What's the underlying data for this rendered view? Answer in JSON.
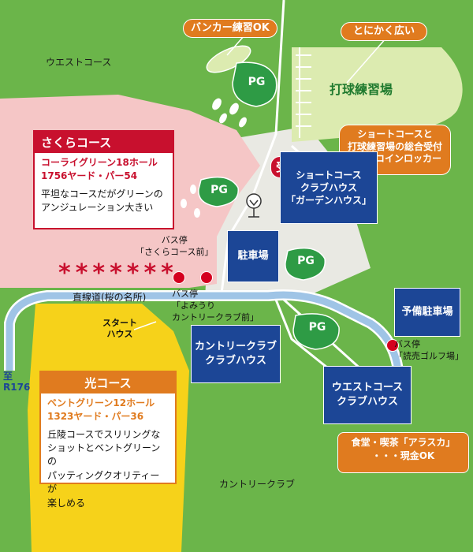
{
  "areas": {
    "west_course": "ウエストコース",
    "country_club": "カントリークラブ",
    "driving_range": "打球練習場"
  },
  "callouts": {
    "bunker": "バンカー練習OK",
    "wide": "とにかく広い",
    "reception_note": "ショートコースと\n打球練習場の総合受付\nWC・コインロッカー",
    "restaurant": "食堂・喫茶「アラスカ」\n・・・現金OK"
  },
  "reception_badge": "受付",
  "pg_label": "PG",
  "buildings": {
    "short_course": "ショートコース\nクラブハウス\n「ガーデンハウス」",
    "parking": "駐車場",
    "reserve_parking": "予備駐車場",
    "country_club": "カントリークラブ\nクラブハウス",
    "west_course": "ウエストコース\nクラブハウス"
  },
  "sakura": {
    "title": "さくらコース",
    "spec": "コーライグリーン18ホール\n1756ヤード・パー54",
    "desc": "平坦なコースだがグリーンの\nアンジュレーション大きい"
  },
  "hikari": {
    "title": "光コース",
    "spec": "ベントグリーン12ホール\n1323ヤード・パー36",
    "desc": "丘陵コースでスリリングな\nショットとベントグリーンの\nパッティングクオリティーが\n楽しめる"
  },
  "bus_stops": {
    "sakura": "バス停\n「さくらコース前」",
    "yomiuri": "バス停\n「よみうり\nカントリークラブ前」",
    "golf": "バス停\n「読売ゴルフ場」"
  },
  "road": {
    "name": "直線道(桜の名所)",
    "to": "至\nR176"
  },
  "start_house": "スタート\nハウス",
  "stars": "*******",
  "colors": {
    "grass": "#6bb54a",
    "sakura": "#f5c6c6",
    "hikari": "#f6d21a",
    "road": "#9fc4e6",
    "building": "#1c4696",
    "pg": "#2e9b45",
    "callout": "#e07b1f",
    "range": "#dcebb0"
  }
}
